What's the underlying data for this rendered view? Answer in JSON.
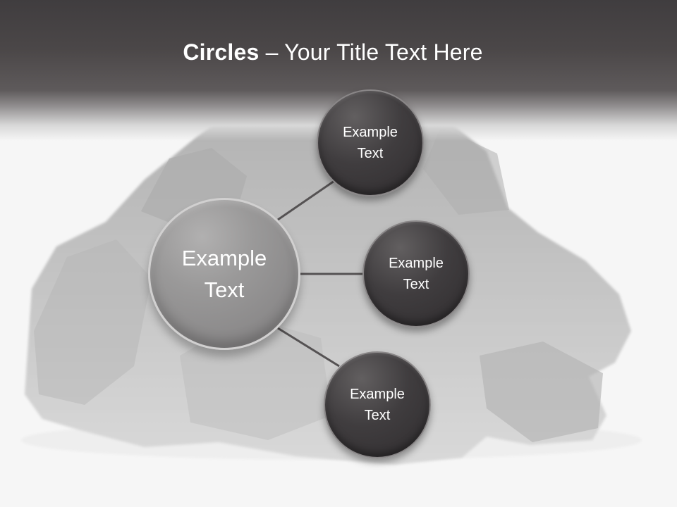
{
  "slide": {
    "title_strong": "Circles",
    "title_rest": " – Your Title Text Here"
  },
  "diagram": {
    "center": {
      "label": "Example Text"
    },
    "branches": [
      {
        "label": "Example Text"
      },
      {
        "label": "Example Text"
      },
      {
        "label": "Example Text"
      }
    ]
  },
  "colors": {
    "header": "#4b4748",
    "small_circles": "#403d3f",
    "main_circle": "#9a9999",
    "connectors": "#555253",
    "text": "#ffffff"
  }
}
